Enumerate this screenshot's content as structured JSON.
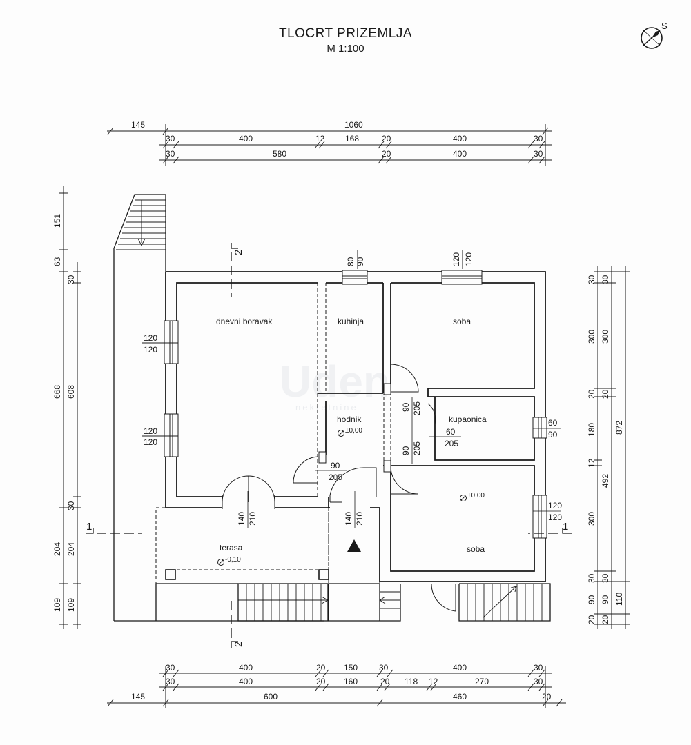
{
  "header": {
    "title": "TLOCRT PRIZEMLJA",
    "scale": "M 1:100"
  },
  "compass": {
    "label": "S"
  },
  "section_marks": {
    "a": "1",
    "b": "2"
  },
  "rooms": {
    "living": "dnevni boravak",
    "kitchen": "kuhinja",
    "room_top": "soba",
    "hall": "hodnik",
    "bath": "kupaonica",
    "room_bottom": "soba",
    "terrace": "terasa"
  },
  "levels": {
    "hall": "±0,00",
    "room": "±0,00",
    "terrace": "-0,10"
  },
  "openings": {
    "w_top_kitchen": [
      "80",
      "90"
    ],
    "w_top_room": [
      "120",
      "120"
    ],
    "w_left_1": [
      "120",
      "120"
    ],
    "w_left_2": [
      "120",
      "120"
    ],
    "d_hall_1": [
      "90",
      "205"
    ],
    "d_hall_2": [
      "90",
      "205"
    ],
    "d_bath": [
      "60",
      "205"
    ],
    "w_bath": [
      "60",
      "90"
    ],
    "d_living": [
      "90",
      "205"
    ],
    "w_room_b": [
      "120",
      "120"
    ],
    "d_terrace": [
      "140",
      "210"
    ],
    "d_entry": [
      "140",
      "210"
    ]
  },
  "dims_top": {
    "r1": [
      "145",
      "1060"
    ],
    "r2": [
      "30",
      "400",
      "12",
      "168",
      "20",
      "400",
      "30"
    ],
    "r3": [
      "30",
      "580",
      "20",
      "400",
      "30"
    ]
  },
  "dims_bottom": {
    "r1": [
      "30",
      "400",
      "20",
      "150",
      "30",
      "400",
      "30"
    ],
    "r2": [
      "30",
      "400",
      "20",
      "160",
      "20",
      "118",
      "12",
      "270",
      "30"
    ],
    "r3": [
      "145",
      "600",
      "460",
      "20"
    ]
  },
  "dims_left": {
    "outer": [
      "151",
      "63",
      "668",
      "204",
      "109"
    ],
    "inner": [
      "30",
      "608",
      "30",
      "204",
      "109"
    ]
  },
  "dims_right": {
    "inner": [
      "30",
      "300",
      "20",
      "180",
      "12",
      "300",
      "30",
      "90",
      "20"
    ],
    "mid": [
      "30",
      "300",
      "20",
      "492",
      "30",
      "90",
      "20"
    ],
    "outer": [
      "872",
      "110"
    ]
  },
  "watermark": {
    "logo": "Uden",
    "sub": "nekretnine"
  }
}
